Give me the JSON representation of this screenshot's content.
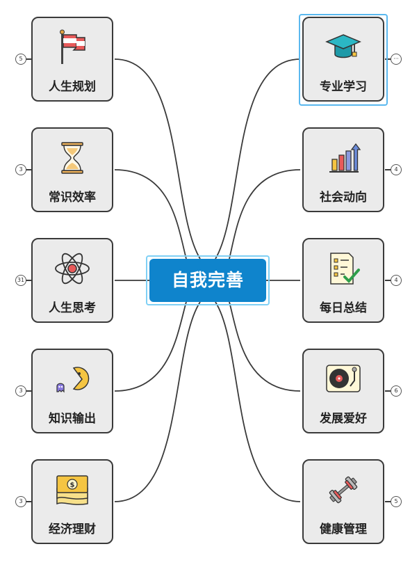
{
  "center": {
    "label": "自我完善"
  },
  "left": [
    {
      "label": "人生规划",
      "count": "5",
      "icon": "flag-icon"
    },
    {
      "label": "常识效率",
      "count": "3",
      "icon": "hourglass-icon"
    },
    {
      "label": "人生思考",
      "count": "31",
      "icon": "atom-icon"
    },
    {
      "label": "知识输出",
      "count": "3",
      "icon": "pacman-icon"
    },
    {
      "label": "经济理财",
      "count": "3",
      "icon": "money-icon"
    }
  ],
  "right": [
    {
      "label": "专业学习",
      "count": "···",
      "icon": "graduation-cap-icon"
    },
    {
      "label": "社会动向",
      "count": "4",
      "icon": "bar-chart-icon"
    },
    {
      "label": "每日总结",
      "count": "4",
      "icon": "checklist-icon"
    },
    {
      "label": "发展爱好",
      "count": "6",
      "icon": "turntable-icon"
    },
    {
      "label": "健康管理",
      "count": "5",
      "icon": "dumbbell-icon"
    }
  ],
  "colors": {
    "center_fill": "#0f84cc",
    "card_fill": "#ebebeb",
    "selection": "#5ab8ef",
    "line": "#3a3a3a"
  }
}
